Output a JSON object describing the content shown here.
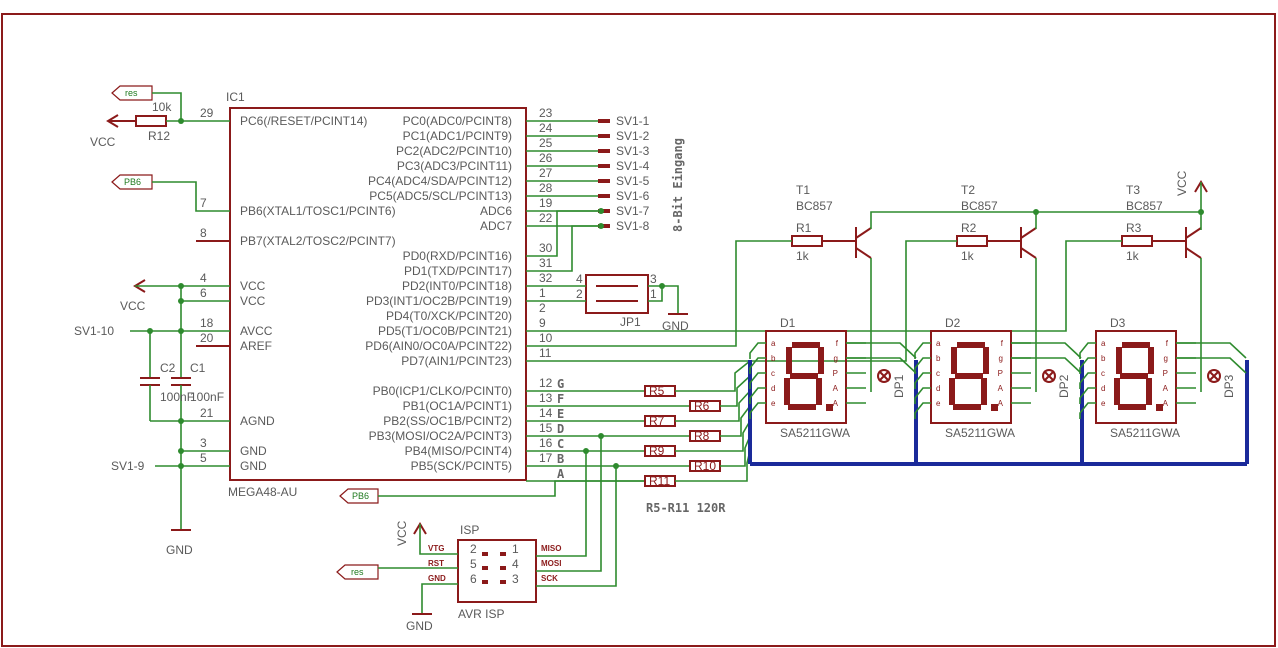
{
  "ic1": {
    "name": "IC1",
    "part": "MEGA48-AU",
    "left_pins": [
      {
        "num": "29",
        "label": "PC6(/RESET/PCINT14)"
      },
      {
        "num": "7",
        "label": "PB6(XTAL1/TOSC1/PCINT6)"
      },
      {
        "num": "8",
        "label": "PB7(XTAL2/TOSC2/PCINT7)"
      },
      {
        "num": "4",
        "label": "VCC"
      },
      {
        "num": "6",
        "label": "VCC"
      },
      {
        "num": "18",
        "label": "AVCC"
      },
      {
        "num": "20",
        "label": "AREF"
      },
      {
        "num": "21",
        "label": "AGND"
      },
      {
        "num": "3",
        "label": "GND"
      },
      {
        "num": "5",
        "label": "GND"
      }
    ],
    "right_pins": [
      {
        "num": "23",
        "label": "PC0(ADC0/PCINT8)"
      },
      {
        "num": "24",
        "label": "PC1(ADC1/PCINT9)"
      },
      {
        "num": "25",
        "label": "PC2(ADC2/PCINT10)"
      },
      {
        "num": "26",
        "label": "PC3(ADC3/PCINT11)"
      },
      {
        "num": "27",
        "label": "PC4(ADC4/SDA/PCINT12)"
      },
      {
        "num": "28",
        "label": "PC5(ADC5/SCL/PCINT13)"
      },
      {
        "num": "19",
        "label": "ADC6"
      },
      {
        "num": "22",
        "label": "ADC7"
      },
      {
        "num": "30",
        "label": "PD0(RXD/PCINT16)"
      },
      {
        "num": "31",
        "label": "PD1(TXD/PCINT17)"
      },
      {
        "num": "32",
        "label": "PD2(INT0/PCINT18)"
      },
      {
        "num": "1",
        "label": "PD3(INT1/OC2B/PCINT19)"
      },
      {
        "num": "2",
        "label": "PD4(T0/XCK/PCINT20)"
      },
      {
        "num": "9",
        "label": "PD5(T1/OC0B/PCINT21)"
      },
      {
        "num": "10",
        "label": "PD6(AIN0/OC0A/PCINT22)"
      },
      {
        "num": "11",
        "label": "PD7(AIN1/PCINT23)"
      },
      {
        "num": "12",
        "label": "PB0(ICP1/CLKO/PCINT0)"
      },
      {
        "num": "13",
        "label": "PB1(OC1A/PCINT1)"
      },
      {
        "num": "14",
        "label": "PB2(SS/OC1B/PCINT2)"
      },
      {
        "num": "15",
        "label": "PB3(MOSI/OC2A/PCINT3)"
      },
      {
        "num": "16",
        "label": "PB4(MISO/PCINT4)"
      },
      {
        "num": "17",
        "label": "PB5(SCK/PCINT5)"
      }
    ]
  },
  "sv1": [
    "SV1-1",
    "SV1-2",
    "SV1-3",
    "SV1-4",
    "SV1-5",
    "SV1-6",
    "SV1-7",
    "SV1-8"
  ],
  "sv1_caption": "8-Bit Eingang",
  "seg_nets": [
    "G",
    "F",
    "E",
    "D",
    "C",
    "B",
    "A"
  ],
  "seg_resistors": [
    "R5",
    "R6",
    "R7",
    "R8",
    "R9",
    "R10",
    "R11"
  ],
  "seg_resistor_caption": "R5-R11 120R",
  "left": {
    "res_tag": "res",
    "r12_value": "10k",
    "r12_name": "R12",
    "vcc_top": "VCC",
    "pb6_tag": "PB6",
    "vcc_mid": "VCC",
    "sv1_10": "SV1-10",
    "sv1_9": "SV1-9",
    "c2": "C2",
    "c1": "C1",
    "c2_value": "100nF",
    "c1_value": "100nF",
    "gnd": "GND",
    "pb6_tag_bottom": "PB6"
  },
  "jp1": {
    "name": "JP1",
    "pins": [
      "4",
      "2",
      "3",
      "1"
    ],
    "gnd": "GND"
  },
  "isp": {
    "name": "ISP",
    "caption": "AVR ISP",
    "vcc": "VCC",
    "gnd": "GND",
    "res_tag": "res",
    "left_labels": [
      "VTG",
      "RST",
      "GND"
    ],
    "right_labels": [
      "MISO",
      "MOSI",
      "SCK"
    ],
    "pin_nums": [
      "2",
      "1",
      "5",
      "4",
      "6",
      "3"
    ]
  },
  "transistors": [
    {
      "name": "T1",
      "part": "BC857",
      "r_name": "R1",
      "r_value": "1k"
    },
    {
      "name": "T2",
      "part": "BC857",
      "r_name": "R2",
      "r_value": "1k"
    },
    {
      "name": "T3",
      "part": "BC857",
      "r_name": "R3",
      "r_value": "1k"
    }
  ],
  "vcc_right": "VCC",
  "displays": [
    {
      "name": "D1",
      "part": "SA5211GWA",
      "dp": "DP1"
    },
    {
      "name": "D2",
      "part": "SA5211GWA",
      "dp": "DP2"
    },
    {
      "name": "D3",
      "part": "SA5211GWA",
      "dp": "DP3"
    }
  ],
  "display_left_pins": [
    "a",
    "b",
    "c",
    "d",
    "e"
  ],
  "display_right_pins": [
    "f",
    "g",
    "P",
    "A",
    "A"
  ],
  "colors": {
    "wire": "#2e8b2e",
    "part": "#8b1a1a",
    "bus": "#1a2a9a",
    "frame": "#8b1a1a"
  }
}
